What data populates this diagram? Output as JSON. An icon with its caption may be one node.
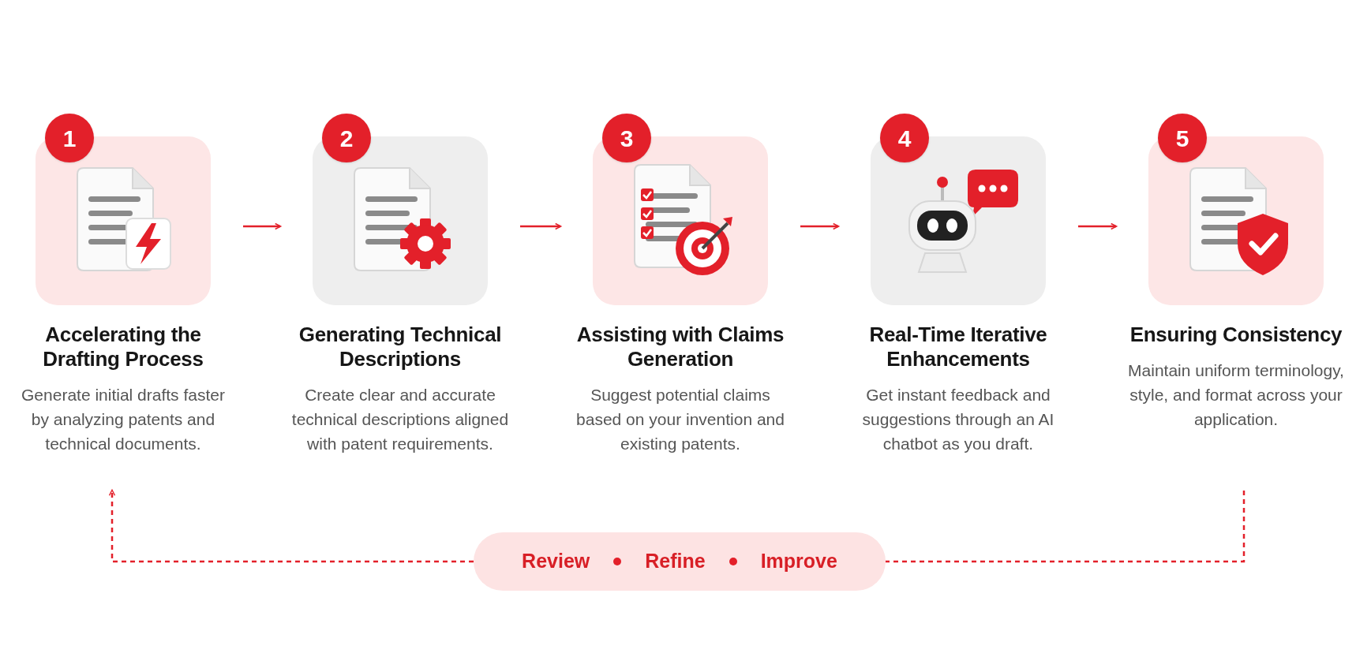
{
  "diagram": {
    "nodes": [
      {
        "text": [
          "1"
        ]
      },
      {
        "text": [
          "Accelerating the Drafting Process",
          "Generate initial drafts faster by analyzing patents and technical documents."
        ]
      },
      {
        "text": [
          "2"
        ]
      },
      {
        "text": [
          "Generating Technical Descriptions",
          "Create clear and accurate technical descriptions aligned with patent requirements."
        ]
      },
      {
        "text": [
          "3"
        ]
      },
      {
        "text": [
          "Assisting with Claims Generation",
          "Suggest potential claims based on your invention and existing patents."
        ]
      },
      {
        "text": [
          "4"
        ]
      },
      {
        "text": [
          "Real-Time Iterative Enhancements",
          "Get instant feedback and suggestions through an AI chatbot as you draft."
        ]
      },
      {
        "text": [
          "5"
        ]
      },
      {
        "text": [
          "Ensuring Consistency",
          "Maintain uniform terminology, style, and format across your application."
        ]
      },
      {
        "text": [
          "Review",
          "Refine",
          "Improve"
        ]
      }
    ],
    "edges": [
      {
        "from": 1,
        "to": 3,
        "arrow": "to"
      },
      {
        "from": 3,
        "to": 5,
        "arrow": "to"
      },
      {
        "from": 5,
        "to": 7,
        "arrow": "to"
      },
      {
        "from": 7,
        "to": 9,
        "arrow": "to"
      },
      {
        "from": 9,
        "to": 10,
        "arrow": "none",
        "style": "dashed"
      },
      {
        "from": 10,
        "to": 1,
        "arrow": "to",
        "style": "dashed"
      }
    ]
  }
}
